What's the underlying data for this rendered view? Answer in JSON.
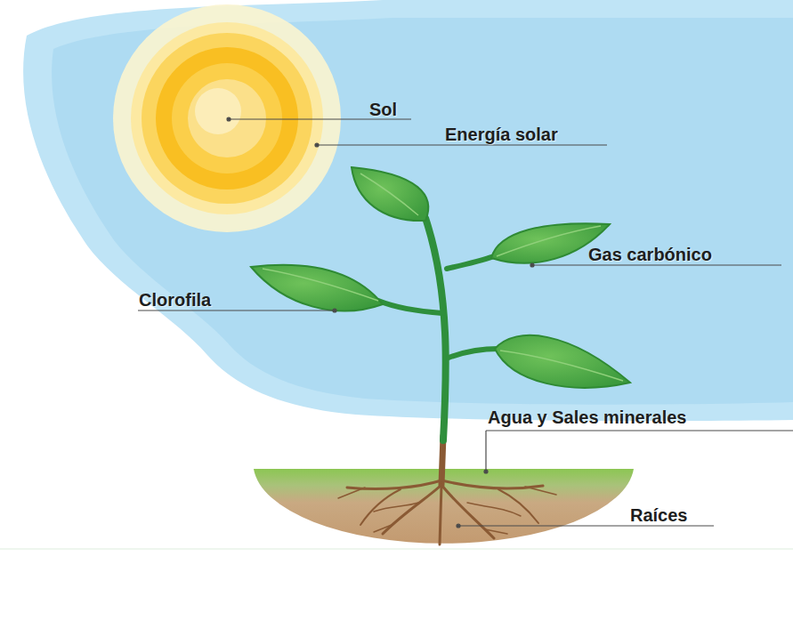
{
  "diagram": {
    "labels": [
      "Sol",
      "Energía solar",
      "Gas carbónico",
      "Clorofila",
      "Agua y Sales minerales",
      "Raíces"
    ]
  }
}
